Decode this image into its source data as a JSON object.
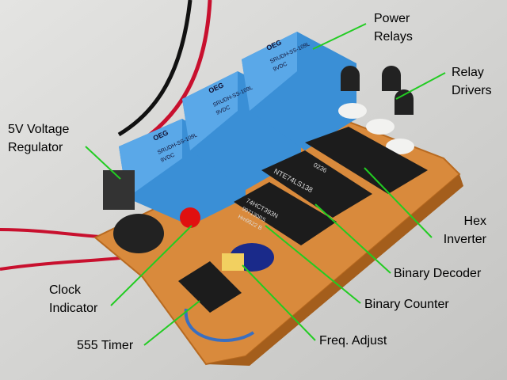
{
  "labels": {
    "power_relays": [
      "Power",
      "Relays"
    ],
    "relay_drivers": [
      "Relay",
      "Drivers"
    ],
    "voltage_regulator": [
      "5V Voltage",
      "Regulator"
    ],
    "hex_inverter": [
      "Hex",
      "Inverter"
    ],
    "binary_decoder": "Binary Decoder",
    "clock_indicator": [
      "Clock",
      "Indicator"
    ],
    "binary_counter": "Binary Counter",
    "timer_555": "555 Timer",
    "freq_adjust": "Freq. Adjust"
  },
  "markings": {
    "relay_brand": "OEG",
    "relay_model": "SRUDH-SS-109L",
    "relay_voltage": "9VDC",
    "decoder_chip": "NTE74LS138",
    "decoder_code": "0236",
    "counter_chip": "74HCT393N",
    "counter_code": "997130PS",
    "counter_lot": "Hm9522 B"
  },
  "colors": {
    "leader_line": "#22cc22",
    "relay": "#3a8fd6",
    "board": "#d98a3c"
  }
}
